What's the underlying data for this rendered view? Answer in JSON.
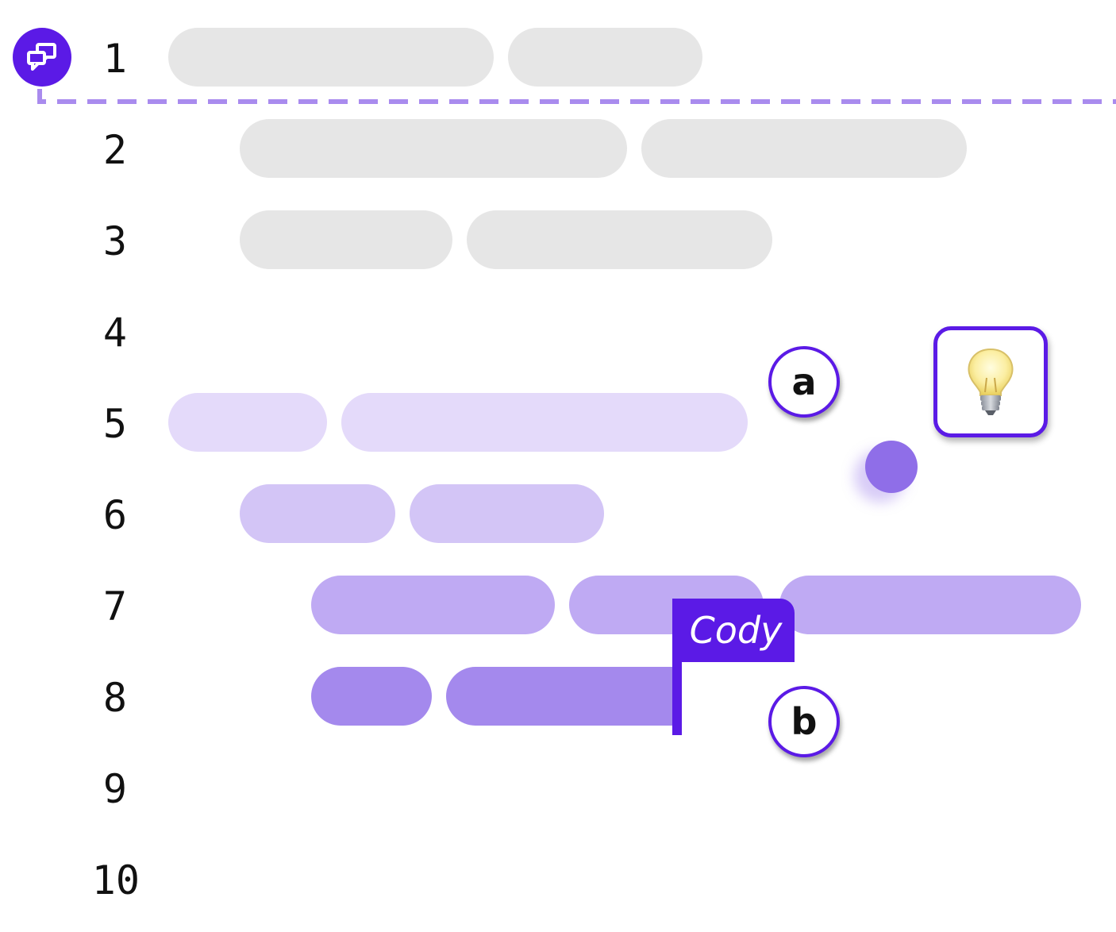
{
  "line_numbers": [
    "1",
    "2",
    "3",
    "4",
    "5",
    "6",
    "7",
    "8",
    "9",
    "10"
  ],
  "flag": {
    "label": "Cody"
  },
  "callouts": {
    "a": "a",
    "b": "b"
  },
  "icons": {
    "chat": "chat-bubbles-icon",
    "bulb": "lightbulb-icon",
    "cursor": "cursor-dot-icon"
  },
  "colors": {
    "accent": "#5b1ae6",
    "dash": "#a98bee",
    "gray_code": "#e6e6e6",
    "purple_shades": [
      "#e4dafa",
      "#d3c5f6",
      "#bfaaf3",
      "#a489ed"
    ]
  }
}
